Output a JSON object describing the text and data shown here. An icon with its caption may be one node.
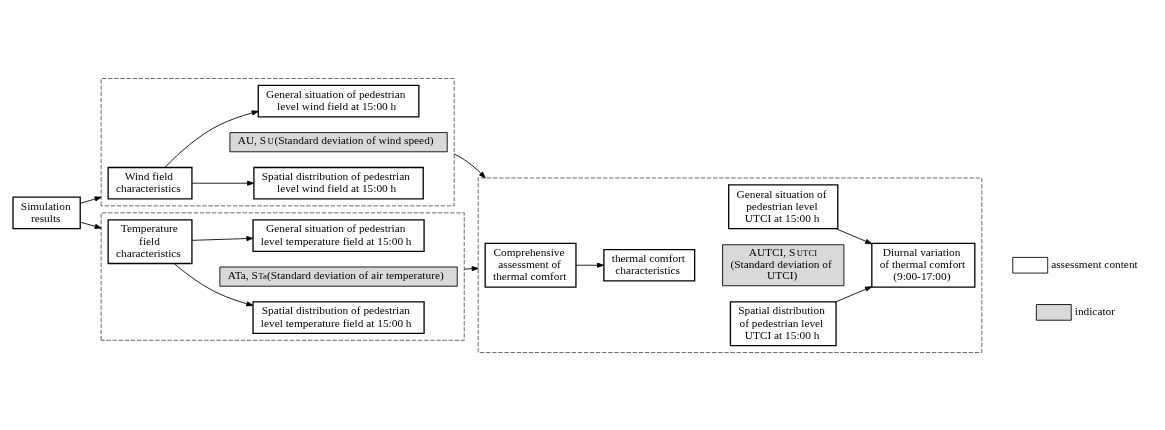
{
  "diagram": {
    "nodes": [
      {
        "text": [
          "Simulation results"
        ]
      },
      {
        "text": [],
        "shape": "box"
      },
      {
        "text": [
          "Wind field characteristics"
        ],
        "in": 1
      },
      {
        "text": [
          "General situation of pedestrian level wind field at 15:00 h"
        ],
        "in": 1
      },
      {
        "text": [
          "AU, S$_{U}$(Standard deviation of wind speed)"
        ],
        "in": 1
      },
      {
        "text": [
          "Spatial distribution of pedestrian level wind field at 15:00 h"
        ],
        "in": 1
      },
      {
        "text": [],
        "shape": "box"
      },
      {
        "text": [
          "Temperature field characteristics"
        ],
        "in": 6
      },
      {
        "text": [
          "General situation of pedestrian level temperature field at 15:00 h"
        ],
        "in": 6
      },
      {
        "text": [
          "ATa, S$_{Ta}$(Standard deviation of air temperature)"
        ],
        "in": 6
      },
      {
        "text": [
          "Spatial distribution of pedestrian level temperature field at 15:00 h"
        ],
        "in": 6
      },
      {
        "text": [],
        "shape": "box"
      },
      {
        "text": [
          "Comprehensive assessment of thermal comfort"
        ],
        "in": 11
      },
      {
        "text": [
          "thermal comfort characteristics"
        ],
        "in": 11
      },
      {
        "text": [
          "General situation of pedestrian level UTCI at 15:00 h"
        ],
        "in": 11
      },
      {
        "text": [
          "AUTCI, S$_{UTCI}$ (Standard deviation of UTCI)"
        ],
        "in": 11
      },
      {
        "text": [
          "Spatial distribution of pedestrian level UTCI at 15:00 h"
        ],
        "in": 11
      },
      {
        "text": [
          "Diurnal variation of thermal comfort (9:00-17:00)"
        ],
        "in": 11
      }
    ],
    "edges": [
      {
        "from": 0,
        "to": 1,
        "arrow": "to"
      },
      {
        "from": 0,
        "to": 6,
        "arrow": "to"
      },
      {
        "from": 2,
        "to": 3,
        "arrow": "to"
      },
      {
        "from": 2,
        "to": 5,
        "arrow": "to"
      },
      {
        "from": 7,
        "to": 8,
        "arrow": "to"
      },
      {
        "from": 7,
        "to": 10,
        "arrow": "to"
      },
      {
        "from": 1,
        "to": 11,
        "arrow": "to"
      },
      {
        "from": 6,
        "to": 11,
        "arrow": "to"
      },
      {
        "from": 12,
        "to": 13,
        "arrow": "to"
      },
      {
        "from": 14,
        "to": 17,
        "arrow": "to"
      },
      {
        "from": 16,
        "to": 17,
        "arrow": "to"
      }
    ],
    "legend": [
      {
        "text": "assessment content",
        "color": "#ffffff"
      },
      {
        "text": "indicator",
        "color": "#d9d9d9"
      }
    ]
  }
}
